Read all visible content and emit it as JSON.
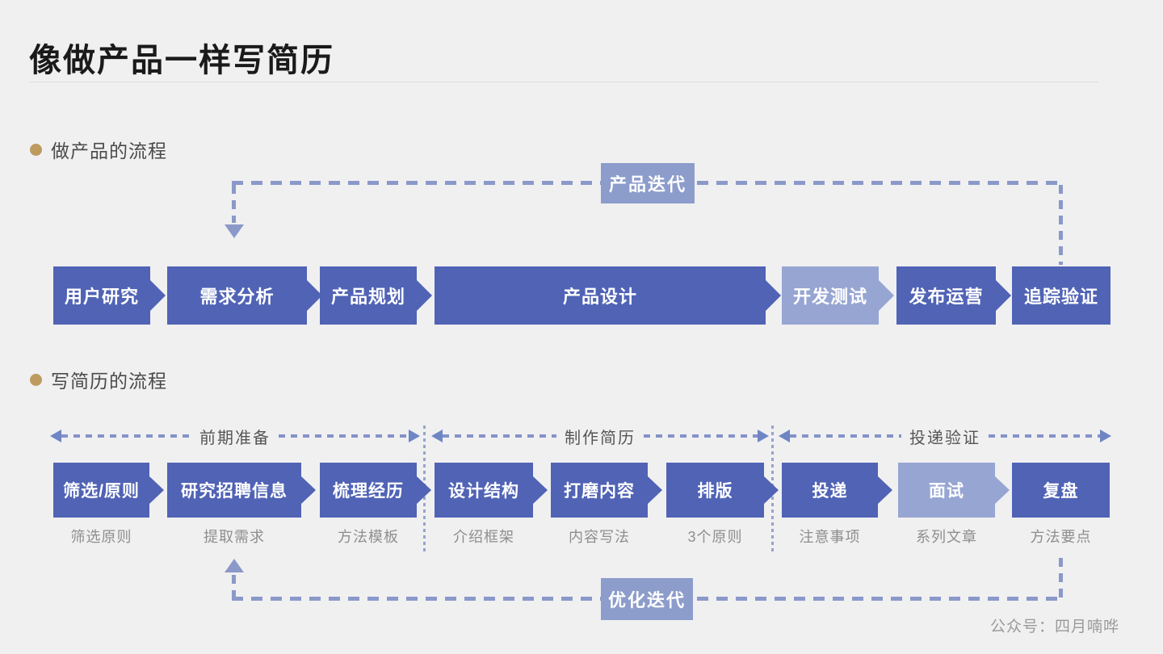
{
  "title": "像做产品一样写简历",
  "credit": "公众号：四月喃哗",
  "colors": {
    "accent_dark": "#5063B5",
    "accent_light": "#97A5D2",
    "loop_label_bg": "#8C9CCB",
    "dash_line": "#8A99C9",
    "bullet_gold": "#BD9B5F",
    "background": "#F0F0F1"
  },
  "product_flow": {
    "heading": "做产品的流程",
    "loop_label": "产品迭代",
    "steps": [
      {
        "label": "用户研究"
      },
      {
        "label": "需求分析"
      },
      {
        "label": "产品规划"
      },
      {
        "label": "产品设计"
      },
      {
        "label": "开发测试"
      },
      {
        "label": "发布运营"
      },
      {
        "label": "追踪验证"
      }
    ]
  },
  "resume_flow": {
    "heading": "写简历的流程",
    "loop_label": "优化迭代",
    "phases": [
      {
        "label": "前期准备"
      },
      {
        "label": "制作简历"
      },
      {
        "label": "投递验证"
      }
    ],
    "steps": [
      {
        "label": "筛选/原则",
        "note": "筛选原则"
      },
      {
        "label": "研究招聘信息",
        "note": "提取需求"
      },
      {
        "label": "梳理经历",
        "note": "方法模板"
      },
      {
        "label": "设计结构",
        "note": "介绍框架"
      },
      {
        "label": "打磨内容",
        "note": "内容写法"
      },
      {
        "label": "排版",
        "note": "3个原则"
      },
      {
        "label": "投递",
        "note": "注意事项"
      },
      {
        "label": "面试",
        "note": "系列文章"
      },
      {
        "label": "复盘",
        "note": "方法要点"
      }
    ]
  }
}
